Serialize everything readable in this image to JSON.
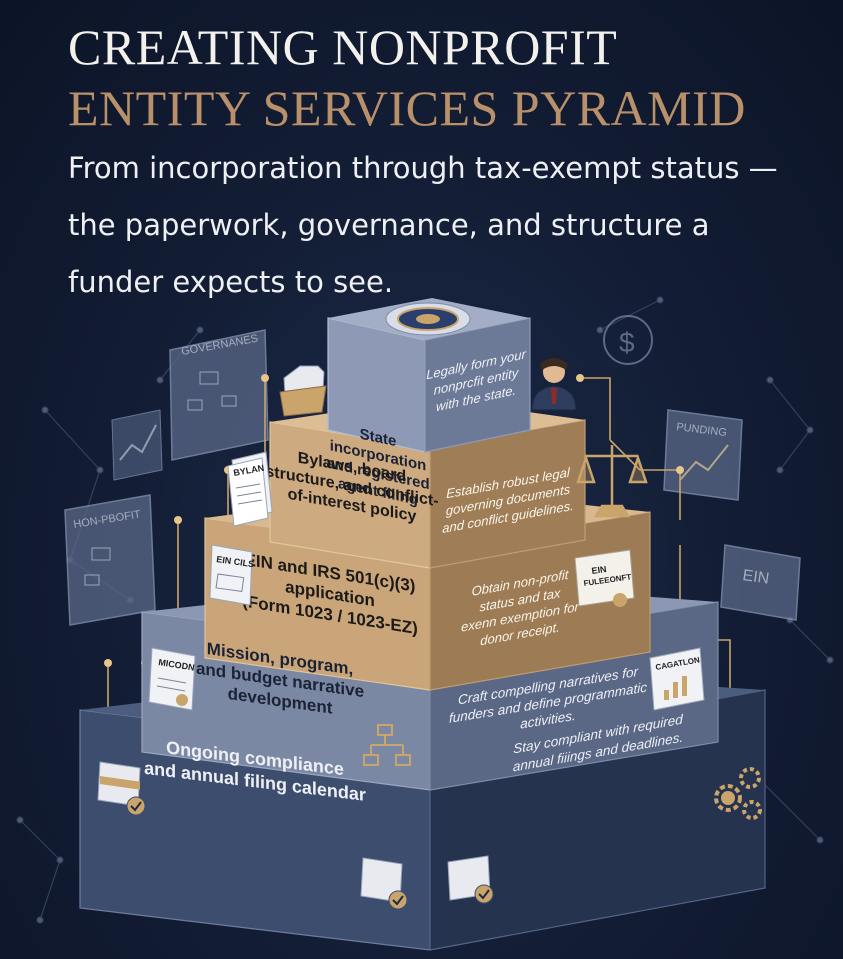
{
  "header": {
    "title_line1": "CREATING NONPROFIT",
    "title_line2": "ENTITY SERVICES PYRAMID",
    "subtitle": "From incorporation through tax-exempt status — the paperwork, governance, and structure a funder expects to see."
  },
  "colors": {
    "background": "#121c33",
    "title_primary": "#f3f1ec",
    "title_accent": "#b8916a",
    "tier_tan": "#c9a57a",
    "tier_slate": "#6b7891",
    "tier_navy": "#3a4a6a",
    "connector_gold": "#c9a46b"
  },
  "tiers": [
    {
      "id": "state",
      "label": [
        "State",
        "incorporation",
        "and registered",
        "agent filing"
      ],
      "description": [
        "Legally form your",
        "nonprcfit entity",
        "with the state."
      ]
    },
    {
      "id": "bylaws",
      "label": [
        "Bylaws, board",
        "structure, and conflict-",
        "of-interest policy"
      ],
      "description": [
        "Establish robust legal",
        "governing documents",
        "and conflict guidelines."
      ]
    },
    {
      "id": "ein",
      "label": [
        "EIN and IRS 501(c)(3)",
        "application",
        "(Form 1023 / 1023-EZ)"
      ],
      "description": [
        "Obtain non-profit",
        "status and tax",
        "exenn exemption for",
        "donor receipt."
      ]
    },
    {
      "id": "mission",
      "label": [
        "Mission, program,",
        "and budget narrative",
        "development"
      ],
      "description": [
        "Craft compelling narratives for",
        "funders and define programmatic",
        "activities."
      ]
    },
    {
      "id": "compliance",
      "label": [
        "Ongoing compliance",
        "and annual filing calendar"
      ],
      "description": [
        "Stay compliant with required",
        "annual fiiings and deadlines."
      ]
    }
  ],
  "floating_docs": {
    "governance": "GOVERNANES",
    "nonprofit": "HON-PBOFIT",
    "funding": "PUNDING",
    "ein": "EIN",
    "bylaws": "BYLAN",
    "ein_doc": "EIN CILS",
    "certificate": [
      "EIN",
      "FULEEONFT"
    ],
    "mission": "MICODN",
    "catalog": "CAGATLON"
  },
  "icons": [
    "seal-icon",
    "folder-icon",
    "businessman-icon",
    "scales-icon",
    "document-icon",
    "certificate-icon",
    "flowchart-icon",
    "chart-icon",
    "calendar-icon",
    "gears-icon",
    "dollar-icon"
  ]
}
